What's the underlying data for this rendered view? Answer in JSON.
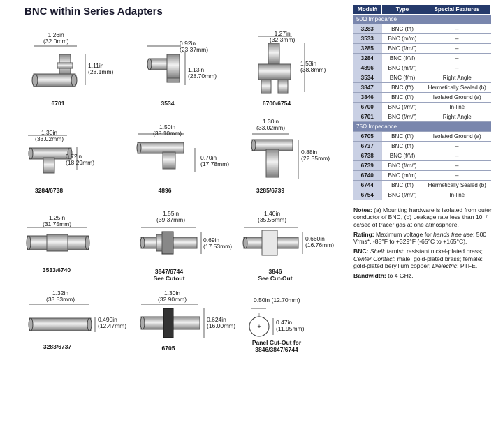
{
  "page": {
    "title": "BNC within Series Adapters"
  },
  "products": [
    {
      "caption": "6701",
      "dims": [
        "1.26in\n(32.0mm)",
        "1.11in\n(28.1mm)"
      ]
    },
    {
      "caption": "3534",
      "dims": [
        "0.92in\n(23.37mm)",
        "1.13in\n(28.70mm)"
      ]
    },
    {
      "caption": "6700/6754",
      "dims": [
        "1.27in\n(32.3mm)",
        "1.53in\n(38.8mm)"
      ]
    },
    {
      "caption": "3284/6738",
      "dims": [
        "1.30in\n(33.02mm)",
        "0.72in\n(18.29mm)"
      ]
    },
    {
      "caption": "4896",
      "dims": [
        "1.50in\n(38.10mm)",
        "0.70in\n(17.78mm)"
      ]
    },
    {
      "caption": "3285/6739",
      "dims": [
        "1.30in\n(33.02mm)",
        "0.88in\n(22.35mm)"
      ]
    },
    {
      "caption": "3533/6740",
      "dims": [
        "1.25in\n(31.75mm)"
      ]
    },
    {
      "caption": "3847/6744\nSee Cutout",
      "dims": [
        "1.55in\n(39.37mm)",
        "0.69in\n(17.53mm)"
      ]
    },
    {
      "caption": "3846\nSee Cut-Out",
      "dims": [
        "1.40in\n(35.56mm)",
        "0.660in\n(16.76mm)"
      ]
    },
    {
      "caption": "3283/6737",
      "dims": [
        "1.32in\n(33.53mm)",
        "0.490in\n(12.47mm)"
      ]
    },
    {
      "caption": "6705",
      "dims": [
        "1.30in\n(32.90mm)",
        "0.624in\n(16.00mm)"
      ]
    },
    {
      "caption": "Panel Cut-Out for\n3846/3847/6744",
      "dims": [
        "0.50in (12.70mm)",
        "0.47in\n(11.95mm)"
      ]
    }
  ],
  "table": {
    "headers": [
      "Model#",
      "Type",
      "Special Features"
    ],
    "sections": [
      {
        "label": "50Ω Impedance",
        "rows": [
          [
            "3283",
            "BNC (f/f)",
            "–"
          ],
          [
            "3533",
            "BNC (m/m)",
            "–"
          ],
          [
            "3285",
            "BNC (f/m/f)",
            "–"
          ],
          [
            "3284",
            "BNC (f/f/f)",
            "–"
          ],
          [
            "4896",
            "BNC (m/f/f)",
            "–"
          ],
          [
            "3534",
            "BNC (f/m)",
            "Right Angle"
          ],
          [
            "3847",
            "BNC (f/f)",
            "Hermetically Sealed (b)"
          ],
          [
            "3846",
            "BNC (f/f)",
            "Isolated Ground (a)"
          ],
          [
            "6700",
            "BNC (f/m/f)",
            "In-line"
          ],
          [
            "6701",
            "BNC (f/m/f)",
            "Right Angle"
          ]
        ]
      },
      {
        "label": "75Ω Impedance",
        "rows": [
          [
            "6705",
            "BNC (f/f)",
            "Isolated Ground (a)"
          ],
          [
            "6737",
            "BNC (f/f)",
            "–"
          ],
          [
            "6738",
            "BNC (f/f/f)",
            "–"
          ],
          [
            "6739",
            "BNC (f/m/f)",
            "–"
          ],
          [
            "6740",
            "BNC (m/m)",
            "–"
          ],
          [
            "6744",
            "BNC (f/f)",
            "Hermetically Sealed (b)"
          ],
          [
            "6754",
            "BNC (f/m/f)",
            "In-line"
          ]
        ]
      }
    ]
  },
  "notes": {
    "notes_label": "Notes:",
    "notes_text": "(a) Mounting hardware is isolated from outer conductor of BNC, (b) Leakage rate less than 10⁻⁷ cc/sec of tracer gas at one atmosphere.",
    "rating_label": "Rating:",
    "rating_text_1": "Maximum voltage for",
    "rating_italic": "hands free use",
    "rating_text_2": ": 500 Vrms*, -85°F to +329°F (-65°C to +165°C).",
    "bnc_label": "BNC:",
    "shell_label": "Shell",
    "shell_text": ": tarnish resistant nickel-plated brass;",
    "center_label": "Center Contact",
    "center_text": ": male: gold-plated brass; female: gold-plated beryllium copper;",
    "dielectric_label": "Dielectric",
    "dielectric_text": ": PTFE.",
    "bandwidth_label": "Bandwidth:",
    "bandwidth_text": "to 4 GHz."
  },
  "colors": {
    "header_bg": "#253a6b",
    "section_bg": "#7986ad",
    "model_bg": "#c9d0e4",
    "metal": "#c4c4c4"
  }
}
